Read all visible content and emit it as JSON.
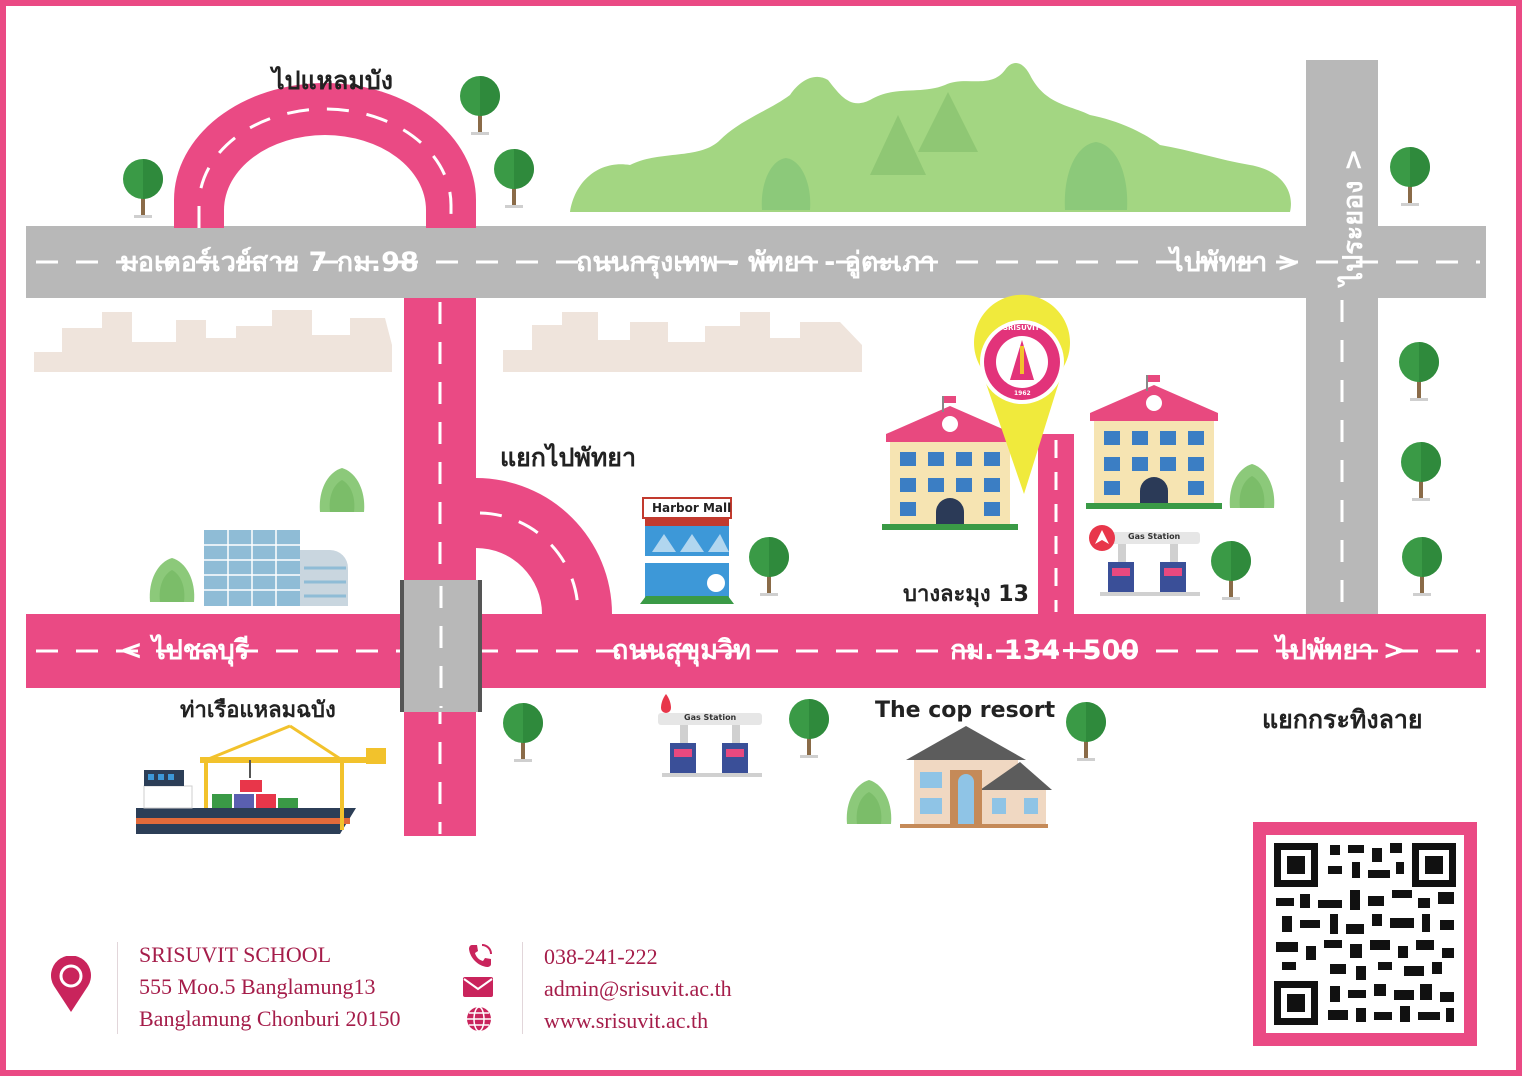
{
  "colors": {
    "frame": "#ea4a84",
    "pink_road": "#ea4a84",
    "gray_road": "#b8b8b8",
    "text_maroon": "#a51d4a",
    "hill": "#a3d682",
    "tree": "#3a9a46",
    "pin": "#f0ea3c"
  },
  "roads": {
    "motorway": "มอเตอร์เวย์สาย 7 กม.98",
    "bangkok_pattaya": "ถนนกรุงเทพ - พัทยา - อู่ตะเภา",
    "to_pattaya_top": "ไปพัทยา >",
    "to_rayong": "ไประยอง >",
    "to_chonburi": "< ไปชลบุรี",
    "sukhumvit": "ถนนสุขุมวิท",
    "km": "กม. 134+500",
    "to_pattaya_bottom": "ไปพัทยา >"
  },
  "places": {
    "laem_chabang_top": "ไปแหลมบัง",
    "junction_pattaya": "แยกไปพัทยา",
    "harbor_mall": "Harbor Mall",
    "banglamung13": "บางละมุง 13",
    "port": "ท่าเรือแหลมฉบัง",
    "cop_resort": "The cop resort",
    "krating_lai": "แยกกระทิงลาย",
    "gas_station_1": "Gas Station",
    "gas_station_2": "Gas Station",
    "pin_logo_text": "SRISUVIT",
    "pin_logo_year": "1962"
  },
  "contact": {
    "school_name": "SRISUVIT SCHOOL",
    "address_line1": "555 Moo.5 Banglamung13",
    "address_line2": "Banglamung Chonburi 20150",
    "phone": "038-241-222",
    "email": "admin@srisuvit.ac.th",
    "website": "www.srisuvit.ac.th"
  },
  "icons": [
    "location-pin-icon",
    "phone-icon",
    "mail-icon",
    "globe-icon",
    "qr-code"
  ]
}
